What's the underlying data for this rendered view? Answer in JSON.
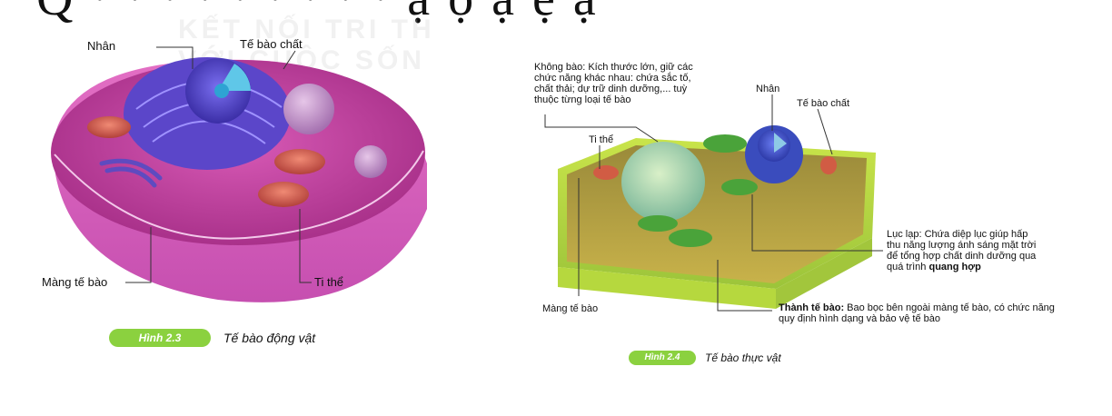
{
  "page": {
    "heading_partial": "Q   ·  ·  ·  ·  ·  ·  ·  ·   ·  ạ  ọ  ạ  ệ  ạ"
  },
  "watermark": [
    "KẾT NỐI TRI TH",
    "VỚI CUỘC SỐN"
  ],
  "animal_cell": {
    "labels": {
      "nucleus": "Nhân",
      "cytoplasm": "Tế bào chất",
      "membrane": "Màng tế bào",
      "mitochondria": "Ti thể"
    },
    "figure_number": "Hình 2.3",
    "caption": "Tế bào động vật"
  },
  "plant_cell": {
    "labels": {
      "vacuole": [
        "Không bào: Kích thước lớn, giữ các",
        "chức năng khác nhau: chứa sắc tố,",
        "chất thải; dự trữ dinh dưỡng,... tuỳ",
        "thuộc từng loại tế bào"
      ],
      "mitochondria": "Ti thể",
      "nucleus": "Nhân",
      "cytoplasm": "Tế bào chất",
      "chloroplast": [
        "Lục lạp: Chứa diệp lục giúp hấp",
        "thu năng lượng ánh sáng mặt trời",
        "để tổng hợp chất dinh dưỡng qua",
        "quá trình"
      ],
      "chloroplast_bold": "quang hợp",
      "membrane": "Màng tế bào",
      "cell_wall_title": "Thành tế bào:",
      "cell_wall_text": [
        "Bao bọc bên ngoài màng tế bào, có chức năng",
        "quy định hình dạng và bảo vệ tế bào"
      ]
    },
    "figure_number": "Hình 2.4",
    "caption": "Tế bào thực vật"
  }
}
